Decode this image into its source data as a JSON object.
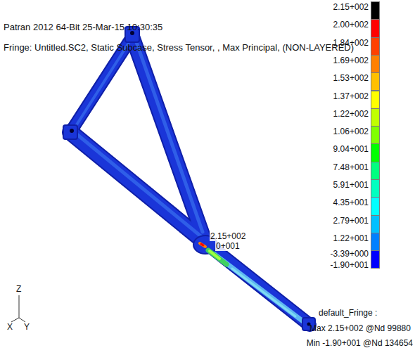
{
  "diagram": {
    "labels": [
      "Patran 2012 64-Bit 25-Mar-15 10:30:35",
      "Fringe: Untitled.SC2, Static Subcase, Stress Tensor, , Max Principal, (NON-LAYERED)",
      "2.15+002",
      "0+001",
      "-1.90+001",
      "default_Fringe :",
      "Max 2.15+002 @Nd 99880",
      "Min -1.90+001 @Nd 134654",
      "Z",
      "X",
      "Y"
    ],
    "legend": [
      {
        "text": "2.15+002",
        "color": "#000000"
      },
      {
        "text": "2.00+002",
        "color": "#ff0000"
      },
      {
        "text": "1.84+002",
        "color": "#ff4000"
      },
      {
        "text": "1.69+002",
        "color": "#ff8000"
      },
      {
        "text": "1.53+002",
        "color": "#ffc000"
      },
      {
        "text": "1.37+002",
        "color": "#ffff00"
      },
      {
        "text": "1.22+002",
        "color": "#c0ff00"
      },
      {
        "text": "1.06+002",
        "color": "#80ff00"
      },
      {
        "text": "9.04+001",
        "color": "#00ff00"
      },
      {
        "text": "7.48+001",
        "color": "#00ff80"
      },
      {
        "text": "5.91+001",
        "color": "#00ffc0"
      },
      {
        "text": "4.35+001",
        "color": "#00ffff"
      },
      {
        "text": "2.79+001",
        "color": "#00c0ff"
      },
      {
        "text": "1.22+001",
        "color": "#0080ff"
      },
      {
        "text": "-3.39+000",
        "color": "#0000ff"
      }
    ]
  }
}
